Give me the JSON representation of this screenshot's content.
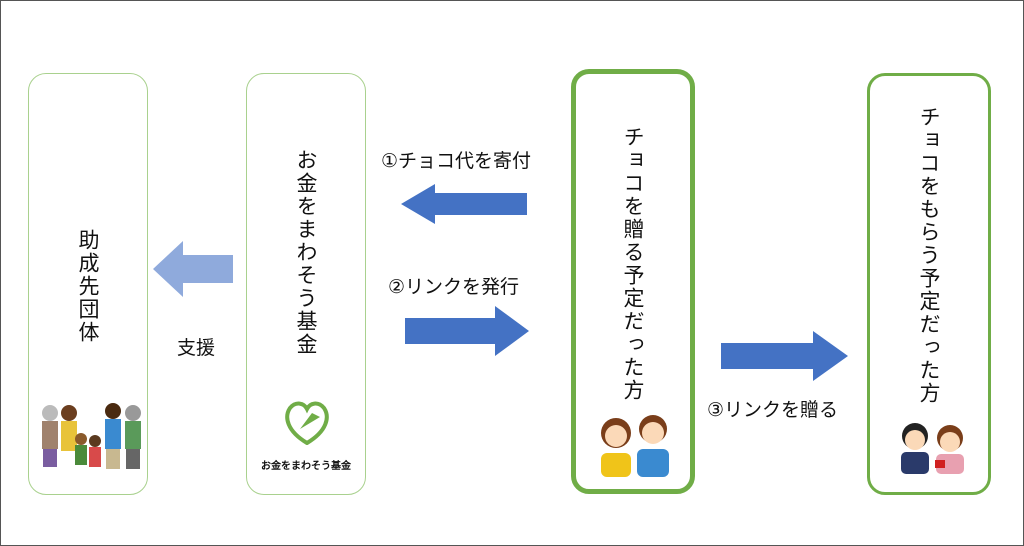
{
  "nodes": [
    {
      "label": "助成先団体"
    },
    {
      "label": "お金をまわそう基金",
      "logo_text": "お金をまわそう基金"
    },
    {
      "label": "チョコを贈る予定だった方"
    },
    {
      "label": "チョコをもらう予定だった方"
    }
  ],
  "edges": [
    {
      "label": "①チョコ代を寄付"
    },
    {
      "label": "②リンクを発行"
    },
    {
      "label": "支援"
    },
    {
      "label": "③リンクを贈る"
    }
  ],
  "colors": {
    "arrow": "#4472c4",
    "arrow_light": "#8faadc",
    "border": "#70ad47",
    "border_light": "#a9d18e"
  }
}
